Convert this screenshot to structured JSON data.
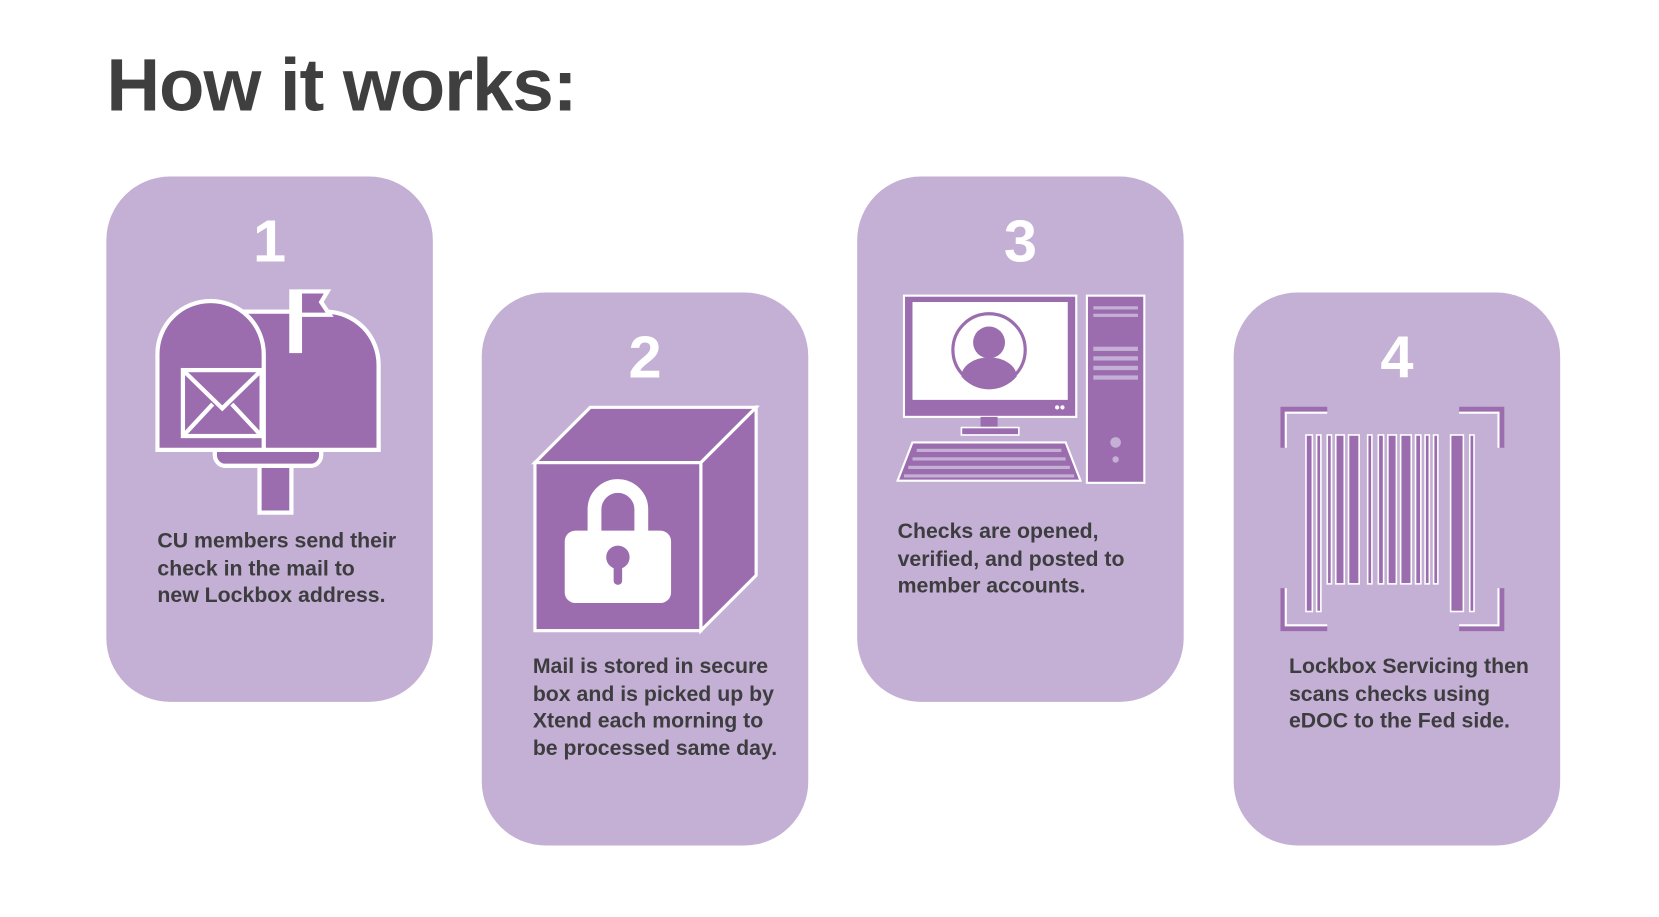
{
  "title": "How it works:",
  "colors": {
    "card": "#c4afd5",
    "icon": "#9b6dae",
    "text": "#3d3d3f"
  },
  "steps": [
    {
      "number": "1",
      "icon": "mailbox-icon",
      "text": "CU members send their check in the mail to new Lockbox address."
    },
    {
      "number": "2",
      "icon": "locked-box-icon",
      "text": "Mail is stored in secure box and is picked up by Xtend each morning to be processed same day."
    },
    {
      "number": "3",
      "icon": "computer-icon",
      "text": "Checks are opened, verified, and posted to member accounts."
    },
    {
      "number": "4",
      "icon": "barcode-scan-icon",
      "text": "Lockbox Servicing then scans checks using eDOC to the Fed side."
    }
  ]
}
